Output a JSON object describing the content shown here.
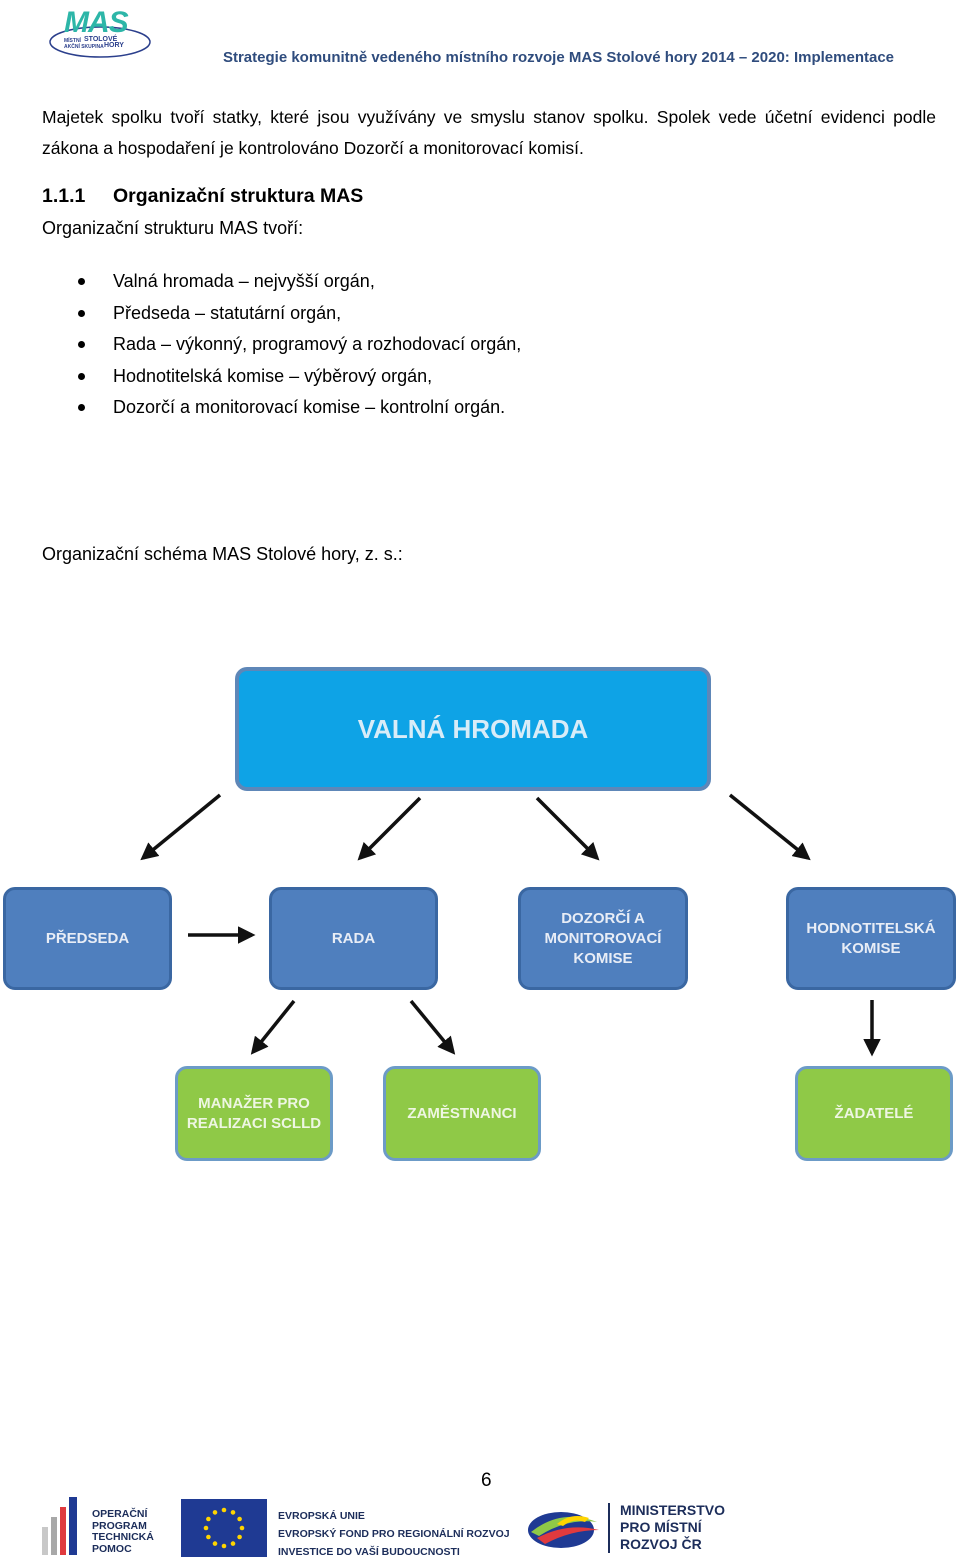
{
  "header": {
    "logo": {
      "mark": "MAS",
      "line1": "MÍSTNÍ",
      "line2": "STOLOVÉ",
      "line3": "AKČNÍ SKUPINA",
      "line4": "HORY"
    },
    "title": "Strategie komunitně vedeného místního rozvoje MAS Stolové hory 2014 – 2020: Implementace"
  },
  "body": {
    "paragraph": "Majetek spolku tvoří statky, které jsou využívány ve smyslu stanov spolku. Spolek vede účetní evidenci podle zákona a hospodaření je kontrolováno Dozorčí a monitorovací komisí.",
    "heading_number": "1.1.1",
    "heading_text": "Organizační struktura MAS",
    "intro": "Organizační strukturu MAS tvoří:",
    "bullets": [
      "Valná hromada – nejvyšší orgán,",
      "Předseda – statutární orgán,",
      "Rada – výkonný, programový a rozhodovací orgán,",
      "Hodnotitelská komise – výběrový orgán,",
      "Dozorčí a monitorovací komise – kontrolní orgán."
    ],
    "schema_caption": "Organizační schéma MAS Stolové hory, z. s.:"
  },
  "diagram": {
    "top": "VALNÁ HROMADA",
    "level2": [
      "PŘEDSEDA",
      "RADA",
      "DOZORČÍ A\nMONITOROVACÍ\nKOMISE",
      "HODNOTITELSKÁ\nKOMISE"
    ],
    "level3": [
      "MANAŽER PRO\nREALIZACI SCLLD",
      "ZAMĚSTNANCI",
      "ŽADATELÉ"
    ],
    "colors": {
      "top": "#0ea3e6",
      "level2": "#4f7fbe",
      "level3": "#8fc947"
    }
  },
  "page_number": "6",
  "footer": {
    "op_text": "OPERAČNÍ\nPROGRAM\nTECHNICKÁ\nPOMOC",
    "eu_lines": [
      "EVROPSKÁ UNIE",
      "EVROPSKÝ FOND PRO REGIONÁLNÍ ROZVOJ",
      "INVESTICE DO VAŠÍ BUDOUCNOSTI"
    ],
    "ministry_text": "MINISTERSTVO\nPRO MÍSTNÍ\nROZVOJ ČR"
  }
}
